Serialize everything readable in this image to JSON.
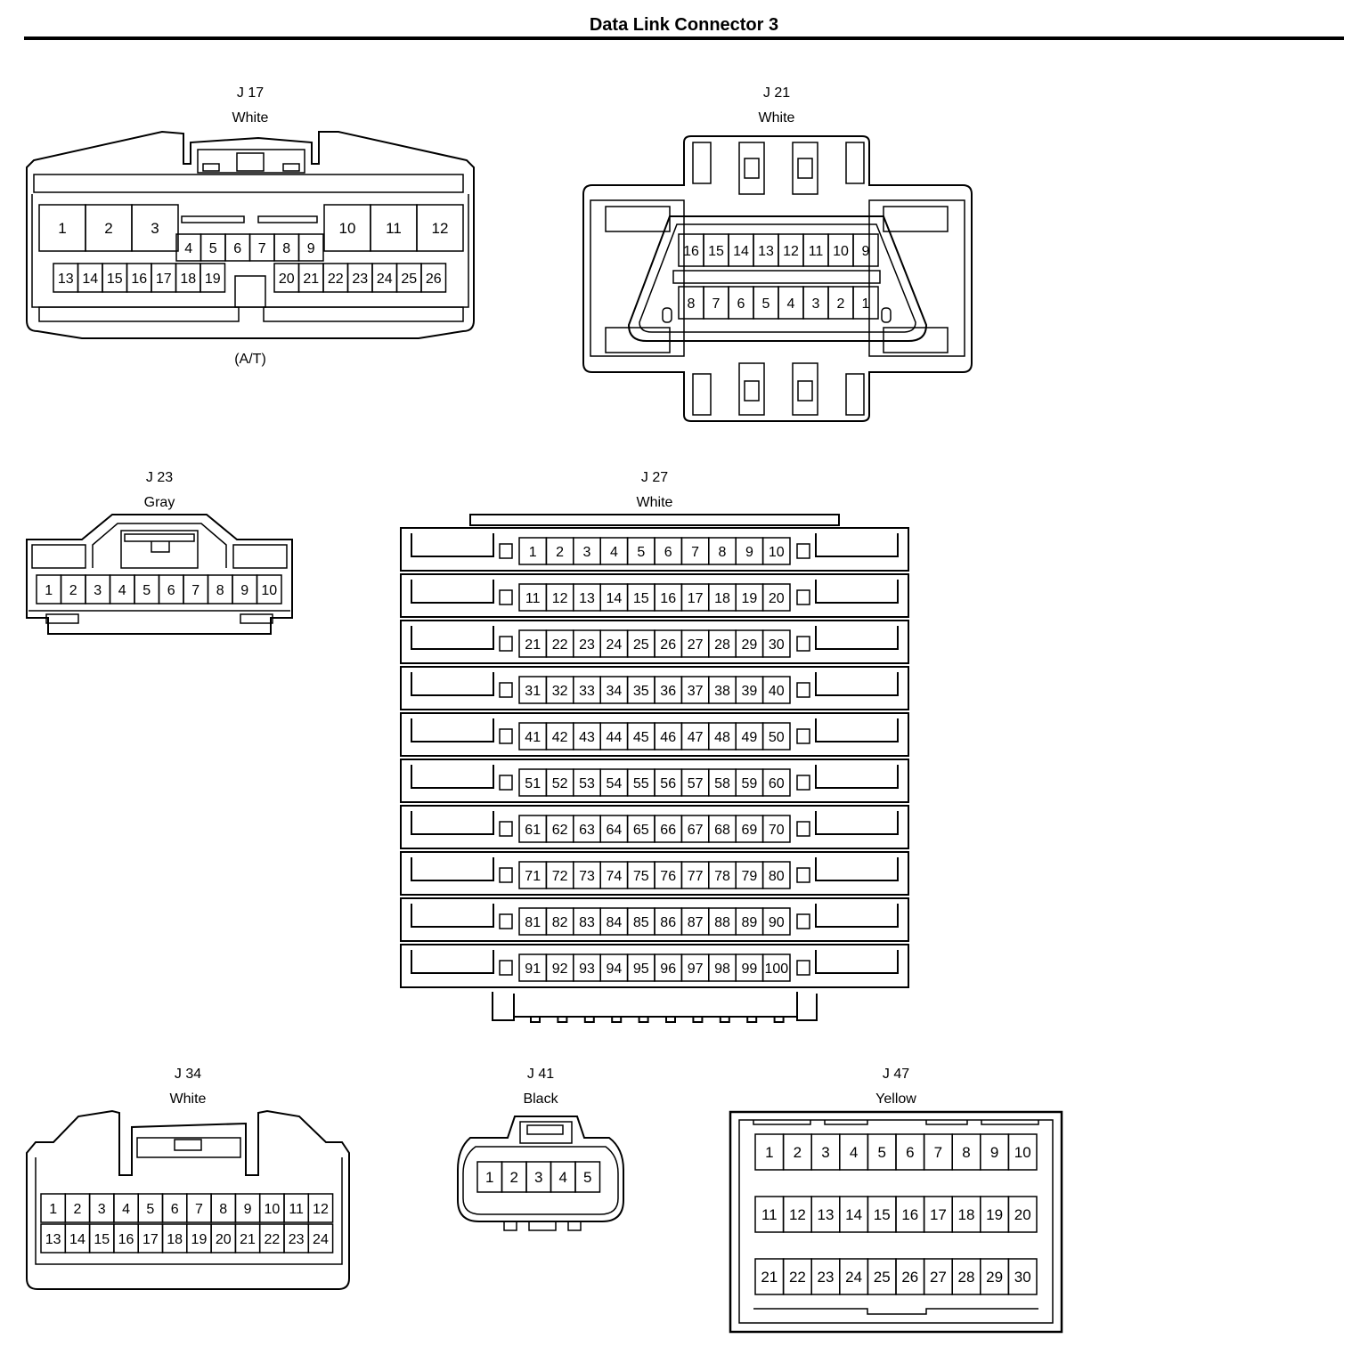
{
  "title": "Data Link Connector 3",
  "connectors": [
    {
      "id": "J 17",
      "color": "White",
      "note": "(A/T)",
      "pins": [
        "1",
        "2",
        "3",
        "4",
        "5",
        "6",
        "7",
        "8",
        "9",
        "10",
        "11",
        "12",
        "13",
        "14",
        "15",
        "16",
        "17",
        "18",
        "19",
        "20",
        "21",
        "22",
        "23",
        "24",
        "25",
        "26"
      ]
    },
    {
      "id": "J 21",
      "color": "White",
      "pins": [
        "16",
        "15",
        "14",
        "13",
        "12",
        "11",
        "10",
        "9",
        "8",
        "7",
        "6",
        "5",
        "4",
        "3",
        "2",
        "1"
      ]
    },
    {
      "id": "J 23",
      "color": "Gray",
      "pins": [
        "1",
        "2",
        "3",
        "4",
        "5",
        "6",
        "7",
        "8",
        "9",
        "10"
      ]
    },
    {
      "id": "J 27",
      "color": "White",
      "pin_count": 100
    },
    {
      "id": "J 34",
      "color": "White",
      "pins": [
        "1",
        "2",
        "3",
        "4",
        "5",
        "6",
        "7",
        "8",
        "9",
        "10",
        "11",
        "12",
        "13",
        "14",
        "15",
        "16",
        "17",
        "18",
        "19",
        "20",
        "21",
        "22",
        "23",
        "24"
      ]
    },
    {
      "id": "J 41",
      "color": "Black",
      "pins": [
        "1",
        "2",
        "3",
        "4",
        "5"
      ]
    },
    {
      "id": "J 47",
      "color": "Yellow",
      "pins": [
        "1",
        "2",
        "3",
        "4",
        "5",
        "6",
        "7",
        "8",
        "9",
        "10",
        "11",
        "12",
        "13",
        "14",
        "15",
        "16",
        "17",
        "18",
        "19",
        "20",
        "21",
        "22",
        "23",
        "24",
        "25",
        "26",
        "27",
        "28",
        "29",
        "30"
      ]
    }
  ]
}
